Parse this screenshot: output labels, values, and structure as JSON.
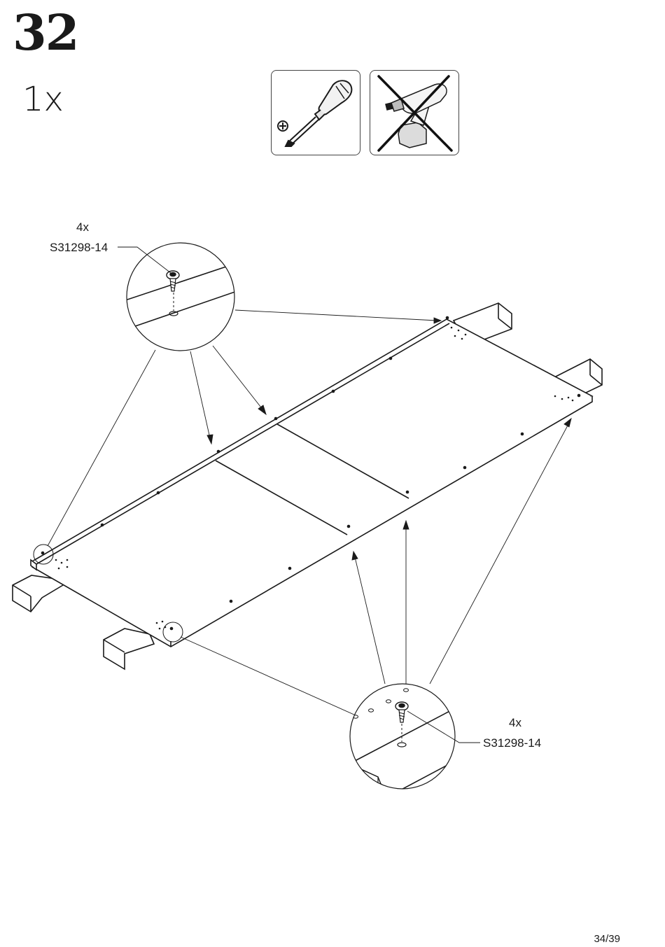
{
  "step": {
    "number": "32",
    "quantity": "1x"
  },
  "tools": {
    "allowed": "screwdriver-icon",
    "forbidden": "power-drill-icon"
  },
  "callouts": [
    {
      "count": "4x",
      "part": "S31298-14"
    },
    {
      "count": "4x",
      "part": "S31298-14"
    }
  ],
  "page": {
    "number": "34/39"
  }
}
